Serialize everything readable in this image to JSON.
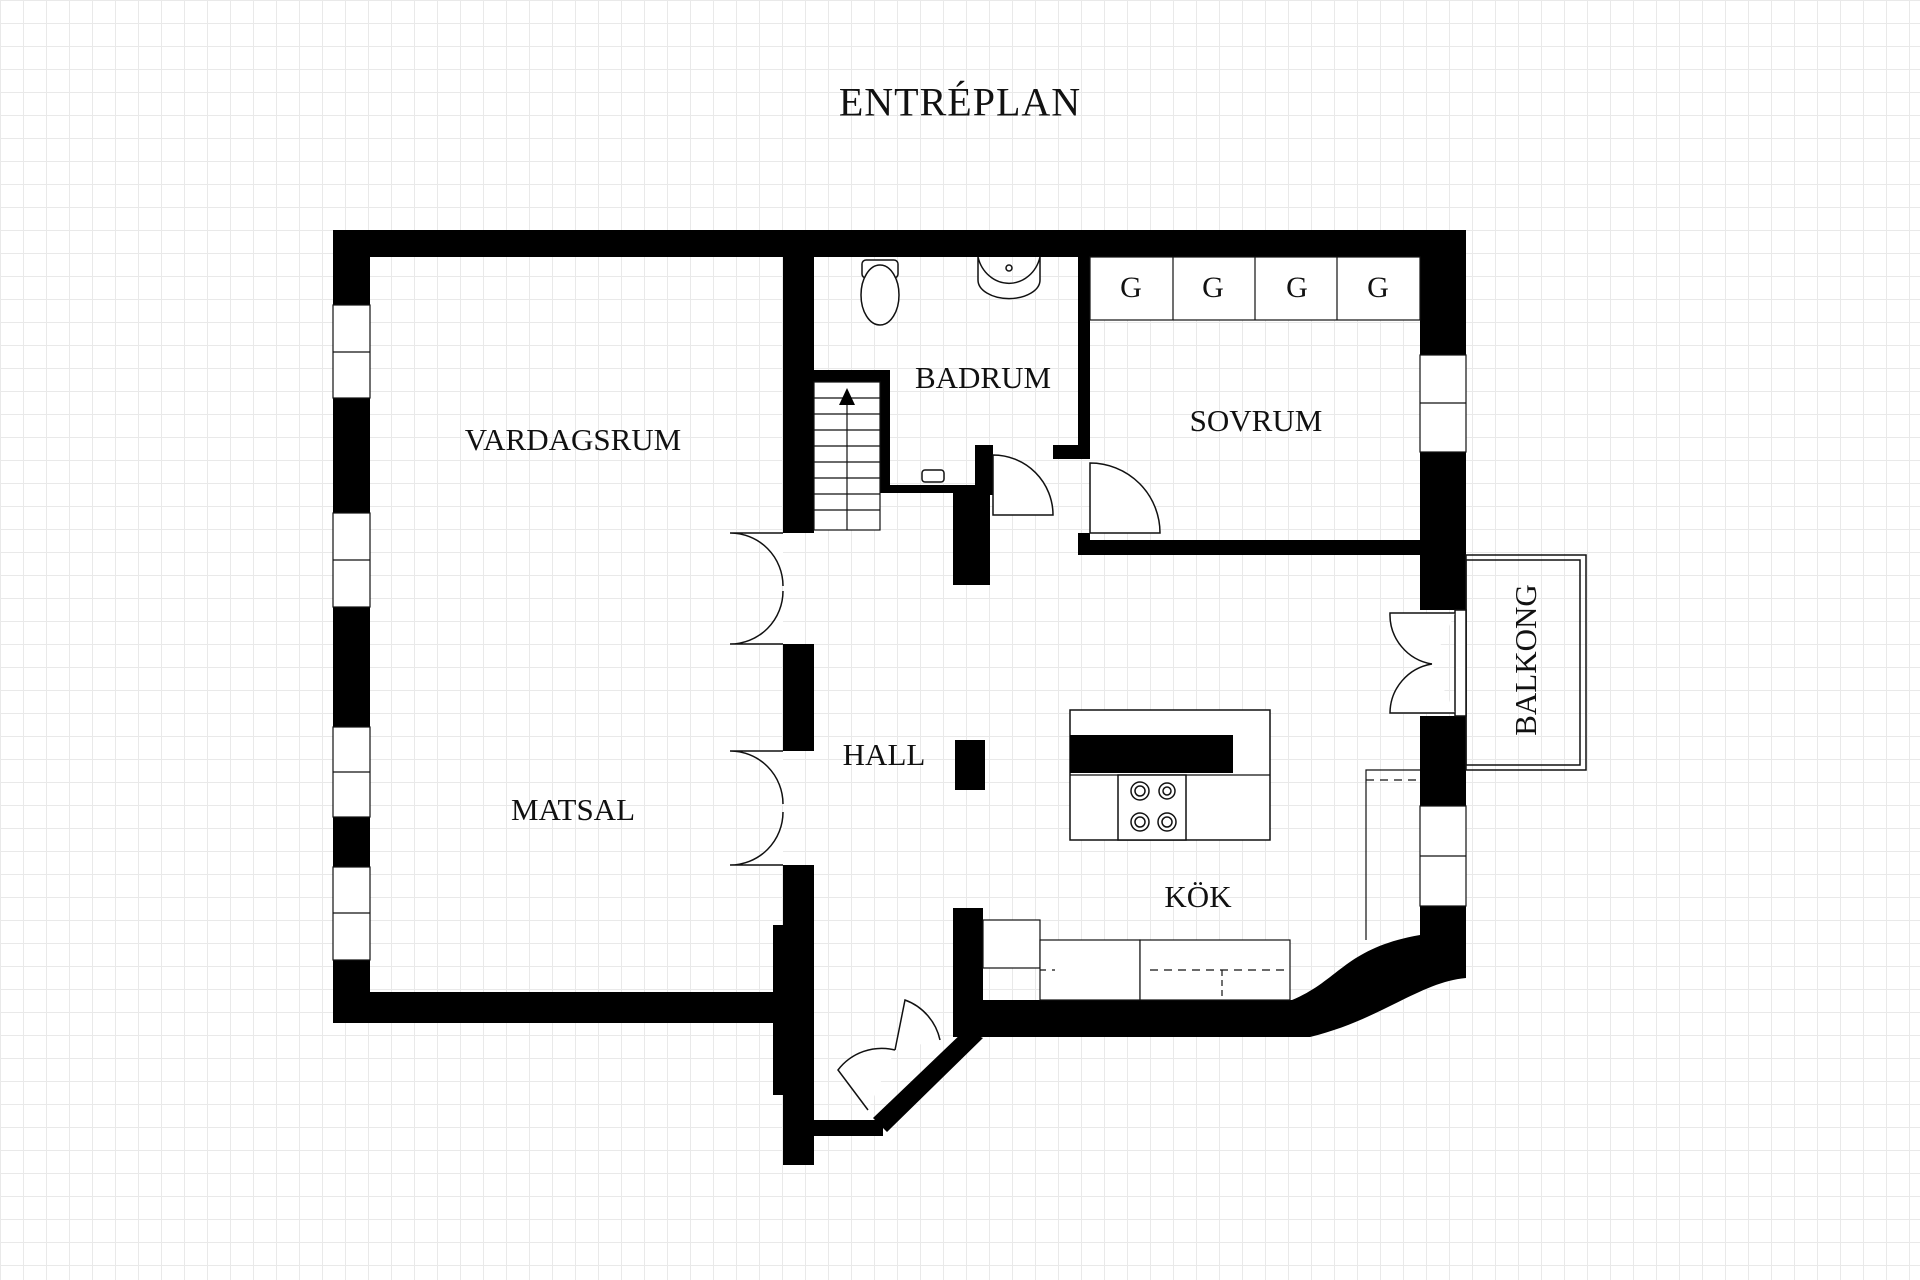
{
  "title": "ENTRÉPLAN",
  "rooms": {
    "vardagsrum": "VARDAGSRUM",
    "matsal": "MATSAL",
    "badrum": "BADRUM",
    "sovrum": "SOVRUM",
    "hall": "HALL",
    "kok": "KÖK",
    "balkong": "BALKONG"
  },
  "closets": [
    "G",
    "G",
    "G",
    "G"
  ],
  "colors": {
    "wall": "#000000",
    "line": "#111111",
    "grid": "#e9e9e9",
    "background": "#ffffff"
  }
}
